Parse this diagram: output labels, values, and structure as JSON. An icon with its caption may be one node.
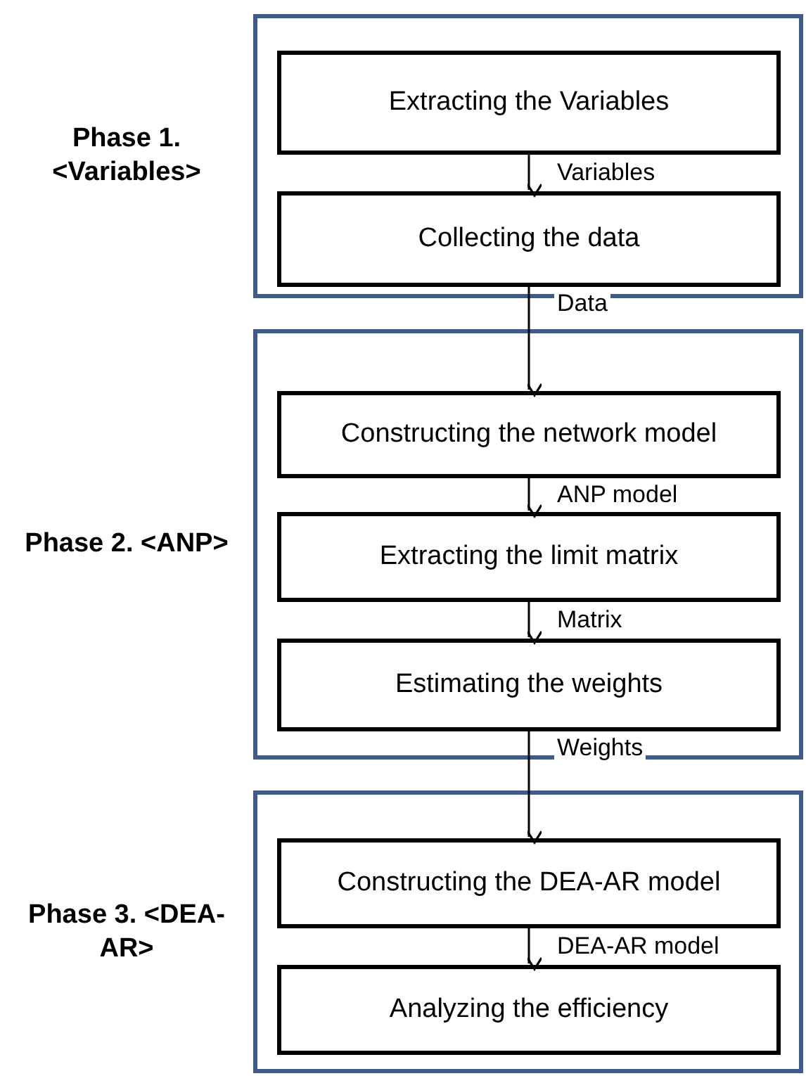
{
  "diagram": {
    "nodes": [
      {
        "text": [
          "Phase 1. <Variables>"
        ]
      },
      {
        "text": [
          "Extracting the Variables"
        ],
        "in": 0
      },
      {
        "text": [
          "Collecting the data"
        ],
        "in": 0
      },
      {
        "text": [
          "Phase 2. <ANP>"
        ]
      },
      {
        "text": [
          "Constructing the network model"
        ],
        "in": 3
      },
      {
        "text": [
          "Extracting the limit matrix"
        ],
        "in": 3
      },
      {
        "text": [
          "Estimating the weights"
        ],
        "in": 3
      },
      {
        "text": [
          "Phase 3. <DEA-AR>"
        ]
      },
      {
        "text": [
          "Constructing the DEA-AR model"
        ],
        "in": 7
      },
      {
        "text": [
          "Analyzing the efficiency"
        ],
        "in": 7
      }
    ],
    "edges": [
      {
        "from": 1,
        "to": 2,
        "arrow": "to",
        "label": "Variables"
      },
      {
        "from": 2,
        "to": 4,
        "arrow": "to",
        "label": "Data"
      },
      {
        "from": 4,
        "to": 5,
        "arrow": "to",
        "label": "ANP model"
      },
      {
        "from": 5,
        "to": 6,
        "arrow": "to",
        "label": "Matrix"
      },
      {
        "from": 6,
        "to": 8,
        "arrow": "to",
        "label": "Weights"
      },
      {
        "from": 8,
        "to": 9,
        "arrow": "to",
        "label": "DEA-AR model"
      }
    ]
  }
}
